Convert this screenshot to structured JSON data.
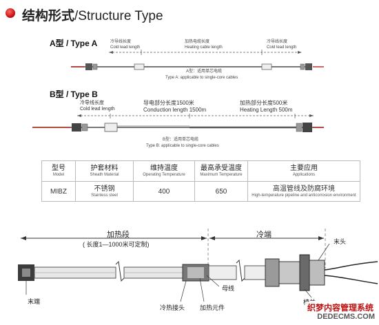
{
  "header": {
    "title_cn": "结构形式",
    "title_en": "/Structure Type"
  },
  "type_a": {
    "heading": "A型 / Type A",
    "cold_cn": "冷导线长度",
    "cold_en": "Cold lead length",
    "heat_cn": "加热电缆长度",
    "heat_en": "Heating cable length",
    "cold2_cn": "冷导线长度",
    "cold2_en": "Cold lead length",
    "caption_cn": "A型：适用单芯电缆",
    "caption_en": "Type A: applicable to single-core cables"
  },
  "type_b": {
    "heading": "B型 / Type B",
    "cold_cn": "冷导线长度",
    "cold_en": "Cold lead length",
    "cond_cn": "导电部分长度1500米",
    "cond_en": "Conduction length 1500m",
    "heat_cn": "加热部分长度500米",
    "heat_en": "Heating Length 500m",
    "caption_cn": "B型：适用单芯电缆",
    "caption_en": "Type B: applicable to single-core cables"
  },
  "spec_table": {
    "headers": [
      {
        "zh": "型号",
        "en": "Model"
      },
      {
        "zh": "护套材料",
        "en": "Sheath Material"
      },
      {
        "zh": "维持温度",
        "en": "Operating Temperature"
      },
      {
        "zh": "最高承受温度",
        "en": "Maximum Temperature"
      },
      {
        "zh": "主要应用",
        "en": "Applications"
      }
    ],
    "row": {
      "model": "MIBZ",
      "sheath_zh": "不锈钢",
      "sheath_en": "Stainless steel",
      "operating": "400",
      "maximum": "650",
      "app_zh": "高温管线及防腐环境",
      "app_en": "High-temperature pipeline and anticorrosion environment"
    }
  },
  "diagram": {
    "heating_section": "加热段",
    "heating_note": "( 长度1—1000米可定制)",
    "cold_end": "冷端",
    "end_cap": "末端",
    "cold_joint": "冷热接头",
    "heating_element": "加热元件",
    "bus_wire": "母线",
    "flange": "椅兰",
    "lead_end": "末头"
  },
  "watermark": {
    "line1": "织梦内容管理系统",
    "line2": "DEDECMS.COM"
  }
}
